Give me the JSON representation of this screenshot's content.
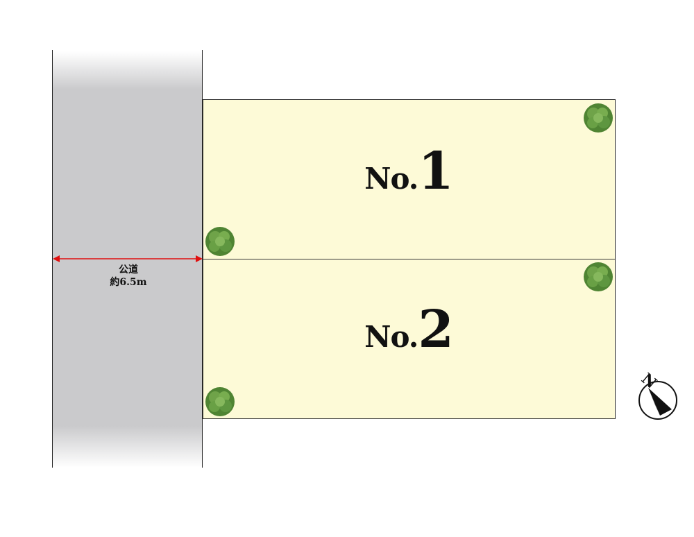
{
  "road": {
    "name": "公道",
    "width_label": "約6.5m"
  },
  "lots": [
    {
      "prefix": "No.",
      "number": "1"
    },
    {
      "prefix": "No.",
      "number": "2"
    }
  ],
  "compass": {
    "letter": "N"
  },
  "colors": {
    "lot_fill": "#fdfad7",
    "road_fill": "#cacacc",
    "dimension_arrow": "#e01010",
    "tree": "#5a8f3a"
  },
  "icons": [
    "tree-icon",
    "north-arrow-icon",
    "dimension-arrow-icon"
  ]
}
